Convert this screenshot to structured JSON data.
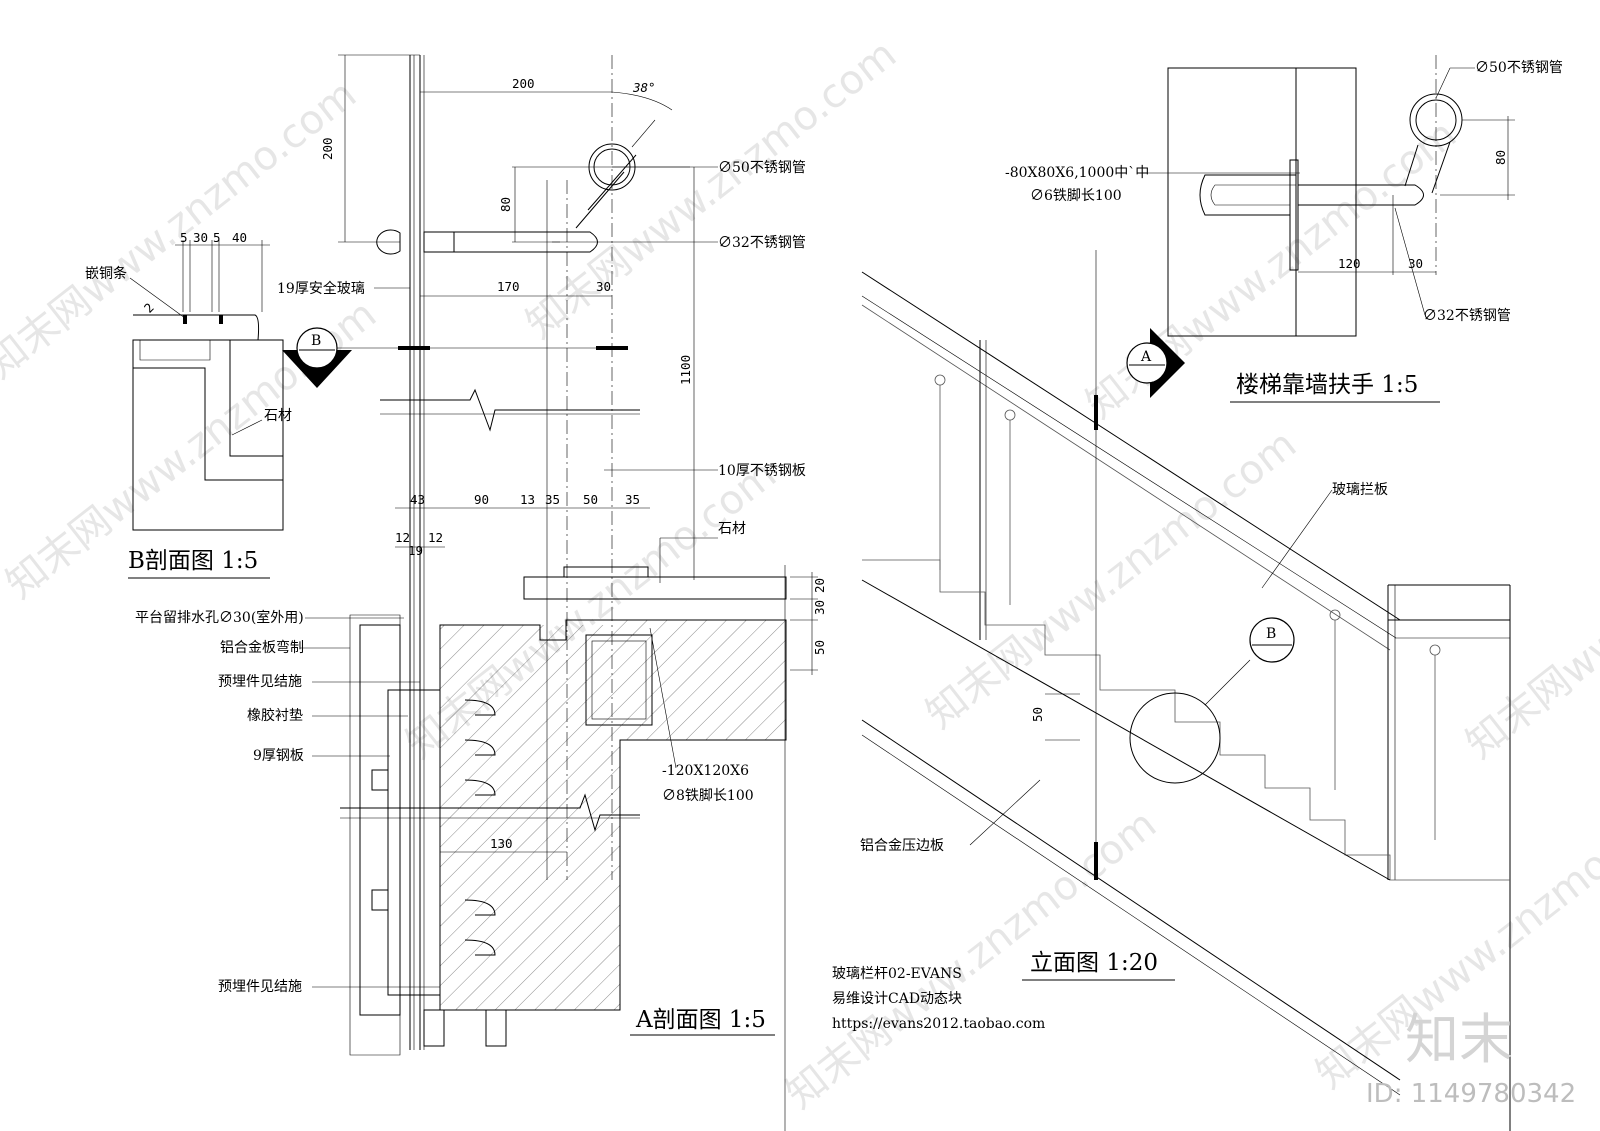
{
  "section_b": {
    "title": "B剖面图 1:5",
    "dims": [
      "5",
      "30",
      "5",
      "40"
    ],
    "small_dim": "2",
    "labels": {
      "inlay": "嵌铜条",
      "stone": "石材"
    },
    "marker": "B"
  },
  "section_a": {
    "title": "A剖面图 1:5",
    "dims_top": {
      "w200": "200",
      "h200": "200",
      "angle": "38°",
      "h80": "80",
      "w170": "170",
      "w30": "30",
      "h1100": "1100"
    },
    "dims_row": [
      "43",
      "90",
      "13",
      "35",
      "50",
      "35"
    ],
    "dims_row2": [
      "12",
      "19",
      "12"
    ],
    "dims_right": [
      "20",
      "30",
      "50"
    ],
    "dim_130": "130",
    "labels": {
      "pipe50": "∅50不锈钢管",
      "pipe32": "∅32不锈钢管",
      "glass": "19厚安全玻璃",
      "plate10": "10厚不锈钢板",
      "stone": "石材",
      "drain": "平台留排水孔∅30(室外用)",
      "alu_bent": "铝合金板弯制",
      "embed1": "预埋件见结施",
      "rubber": "橡胶衬垫",
      "steel9": "9厚钢板",
      "embed2": "预埋件见结施",
      "anchor_a": "-120X120X6",
      "anchor_b": "∅8铁脚长100"
    }
  },
  "wall_handrail": {
    "title": "楼梯靠墙扶手 1:5",
    "labels": {
      "pipe50": "∅50不锈钢管",
      "pipe32": "∅32不锈钢管",
      "anchor_a": "-80X80X6,1000中`中",
      "anchor_b": "∅6铁脚长100"
    },
    "dims": {
      "h80": "80",
      "w120": "120",
      "w30": "30"
    },
    "marker": "A"
  },
  "elevation": {
    "title": "立面图 1:20",
    "labels": {
      "glass_panel": "玻璃拦板",
      "alu_trim": "铝合金压边板"
    },
    "dim_50": "50",
    "marker_b": "B"
  },
  "credits": {
    "line1": "玻璃栏杆02-EVANS",
    "line2": "易维设计CAD动态块",
    "line3": "https://evans2012.taobao.com"
  },
  "watermark": {
    "text": "知末网www.znzmo.com",
    "logo": "知末",
    "id": "ID: 1149780342"
  }
}
